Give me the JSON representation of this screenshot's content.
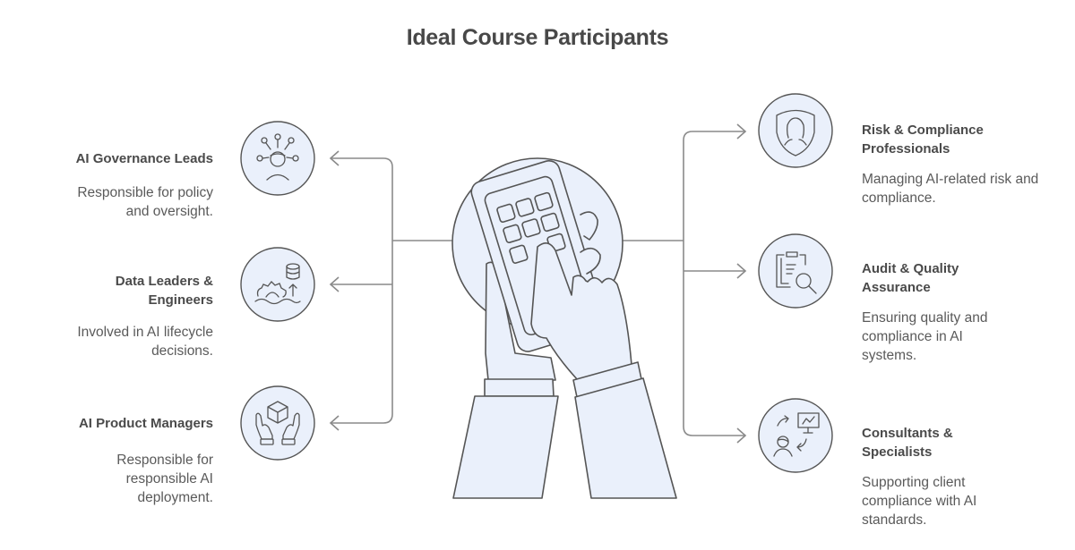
{
  "title": "Ideal Course Participants",
  "colors": {
    "circle_fill": "#eaf0fb",
    "stroke": "#4d4d4d",
    "connector": "#8a8a8a",
    "text_heading": "#4a4a4a",
    "text_body": "#5a5a5a"
  },
  "center": {
    "icon": "hands-tablet-icon"
  },
  "left_items": [
    {
      "heading": "AI Governance Leads",
      "description": "Responsible for policy and oversight.",
      "icon": "governance-network-person-icon"
    },
    {
      "heading": "Data Leaders & Engineers",
      "description": "Involved in AI lifecycle decisions.",
      "icon": "database-gear-icon"
    },
    {
      "heading": "AI Product Managers",
      "description": "Responsible for responsible AI deployment.",
      "icon": "hands-box-icon"
    }
  ],
  "right_items": [
    {
      "heading": "Risk & Compliance Professionals",
      "description": "Managing AI-related risk and compliance.",
      "icon": "shield-person-icon"
    },
    {
      "heading": "Audit & Quality Assurance",
      "description": "Ensuring quality and compliance in AI systems.",
      "icon": "clipboard-magnifier-icon"
    },
    {
      "heading": "Consultants & Specialists",
      "description": "Supporting client compliance with AI standards.",
      "icon": "consultant-presentation-icon"
    }
  ]
}
